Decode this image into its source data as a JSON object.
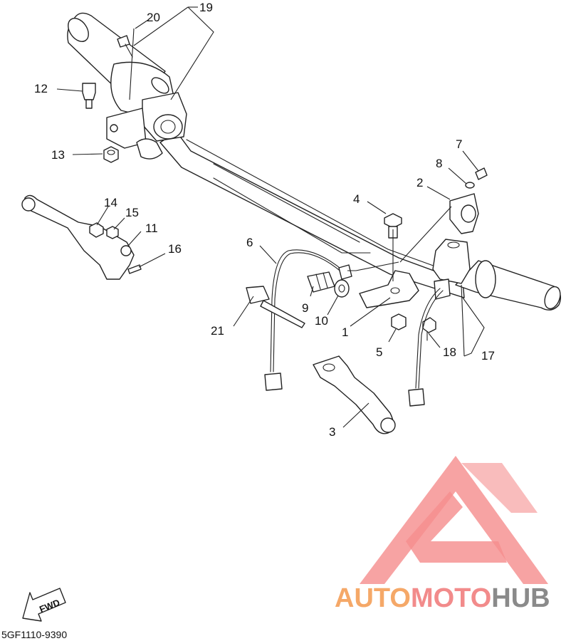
{
  "callouts": [
    {
      "id": "1",
      "label": "1"
    },
    {
      "id": "2",
      "label": "2"
    },
    {
      "id": "3",
      "label": "3"
    },
    {
      "id": "4",
      "label": "4"
    },
    {
      "id": "5",
      "label": "5"
    },
    {
      "id": "6",
      "label": "6"
    },
    {
      "id": "7",
      "label": "7"
    },
    {
      "id": "8",
      "label": "8"
    },
    {
      "id": "9",
      "label": "9"
    },
    {
      "id": "10",
      "label": "10"
    },
    {
      "id": "11",
      "label": "11"
    },
    {
      "id": "12",
      "label": "12"
    },
    {
      "id": "13",
      "label": "13"
    },
    {
      "id": "14",
      "label": "14"
    },
    {
      "id": "15",
      "label": "15"
    },
    {
      "id": "16",
      "label": "16"
    },
    {
      "id": "17",
      "label": "17"
    },
    {
      "id": "18",
      "label": "18"
    },
    {
      "id": "19",
      "label": "19"
    },
    {
      "id": "20",
      "label": "20"
    },
    {
      "id": "21",
      "label": "21"
    }
  ],
  "fwd_label": "FWD",
  "diagram_code": "5GF1110-9390",
  "watermark": {
    "part1": "AUTO",
    "part2": "MOTO",
    "part3": "HUB",
    "colors": {
      "part1": "#f5a868",
      "part2": "#f28b8b",
      "part3": "#8a8a8a",
      "logo": "#f58f8f"
    },
    "logo_icon": "triangle-g-logo-icon"
  },
  "icons": {
    "direction": "fwd-arrow-icon"
  }
}
